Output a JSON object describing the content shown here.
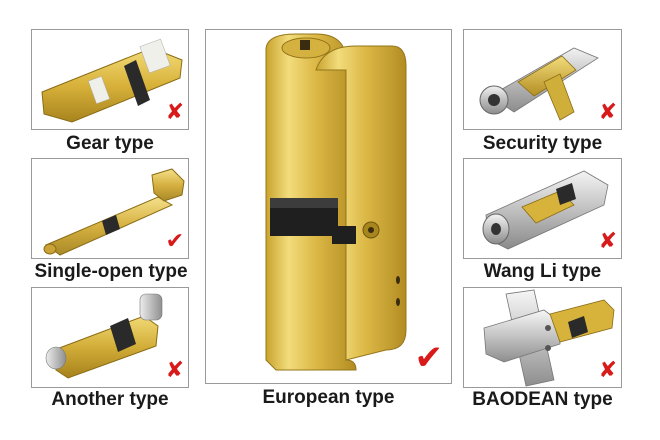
{
  "colors": {
    "accept": "#d81a1a",
    "reject": "#d81a1a",
    "brass": "#d9b53a",
    "border": "#9a9a9a"
  },
  "panels": [
    {
      "id": "gear",
      "label": "Gear type",
      "status": "reject",
      "mark": "✘"
    },
    {
      "id": "single-open",
      "label": "Single-open type",
      "status": "accept",
      "mark": "✔"
    },
    {
      "id": "another",
      "label": "Another type",
      "status": "reject",
      "mark": "✘"
    },
    {
      "id": "european",
      "label": "European type",
      "status": "accept",
      "mark": "✔"
    },
    {
      "id": "security",
      "label": "Security type",
      "status": "reject",
      "mark": "✘"
    },
    {
      "id": "wangli",
      "label": "Wang Li type",
      "status": "reject",
      "mark": "✘"
    },
    {
      "id": "baodean",
      "label": "BAODEAN type",
      "status": "reject",
      "mark": "✘"
    }
  ]
}
